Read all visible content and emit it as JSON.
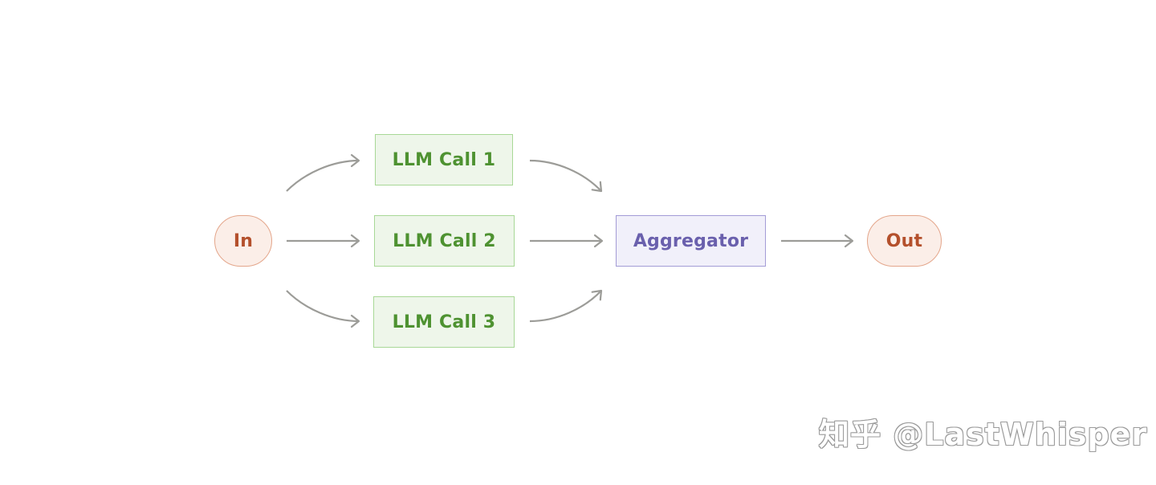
{
  "nodes": {
    "in": "In",
    "llm_call_1": "LLM Call 1",
    "llm_call_2": "LLM Call 2",
    "llm_call_3": "LLM Call 3",
    "aggregator": "Aggregator",
    "out": "Out"
  },
  "edges": [
    {
      "from": "In",
      "to": "LLM Call 1"
    },
    {
      "from": "In",
      "to": "LLM Call 2"
    },
    {
      "from": "In",
      "to": "LLM Call 3"
    },
    {
      "from": "LLM Call 1",
      "to": "Aggregator"
    },
    {
      "from": "LLM Call 2",
      "to": "Aggregator"
    },
    {
      "from": "LLM Call 3",
      "to": "Aggregator"
    },
    {
      "from": "Aggregator",
      "to": "Out"
    }
  ],
  "watermark": "知乎 @LastWhisper",
  "colors": {
    "arrow": "#9c9c98",
    "input_output_fill": "#fbeee8",
    "input_output_border": "#e4a68b",
    "input_output_text": "#b4502c",
    "llm_fill": "#eef6ea",
    "llm_border": "#a8d896",
    "llm_text": "#4e9231",
    "aggregator_fill": "#f1f0fa",
    "aggregator_border": "#a39cd6",
    "aggregator_text": "#6a60ad"
  }
}
